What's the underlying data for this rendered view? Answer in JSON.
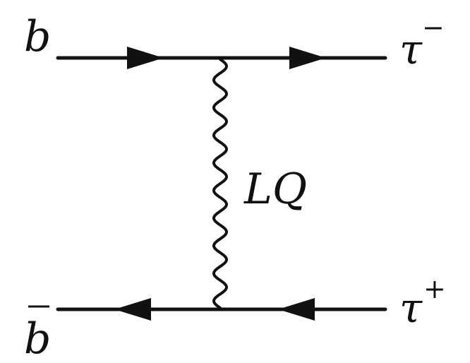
{
  "diagram": {
    "incoming_top": "b",
    "incoming_bottom": "b",
    "outgoing_top": "τ",
    "outgoing_top_charge": "−",
    "outgoing_bottom": "τ",
    "outgoing_bottom_charge": "+",
    "propagator": "LQ"
  }
}
